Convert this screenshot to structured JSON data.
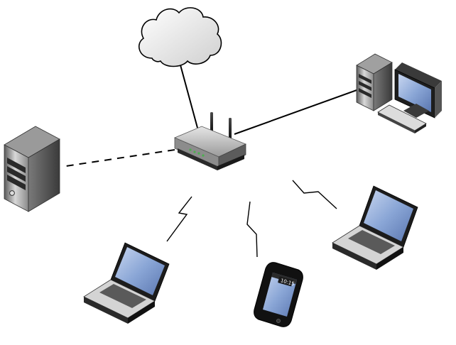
{
  "diagram": {
    "nodes": [
      {
        "id": "cloud",
        "kind": "internet-cloud",
        "icon": "cloud-icon"
      },
      {
        "id": "router",
        "kind": "wireless-router",
        "icon": "router-icon"
      },
      {
        "id": "server",
        "kind": "tower-server",
        "icon": "server-icon"
      },
      {
        "id": "desktop",
        "kind": "desktop-computer",
        "icon": "desktop-computer-icon"
      },
      {
        "id": "laptop-left",
        "kind": "laptop",
        "icon": "laptop-icon"
      },
      {
        "id": "laptop-right",
        "kind": "laptop",
        "icon": "laptop-icon"
      },
      {
        "id": "smartphone",
        "kind": "smartphone",
        "icon": "smartphone-icon"
      }
    ],
    "links": [
      {
        "from": "router",
        "to": "cloud",
        "style": "solid"
      },
      {
        "from": "router",
        "to": "desktop",
        "style": "solid"
      },
      {
        "from": "router",
        "to": "server",
        "style": "dashed"
      },
      {
        "from": "router",
        "to": "laptop-left",
        "style": "wireless"
      },
      {
        "from": "router",
        "to": "smartphone",
        "style": "wireless"
      },
      {
        "from": "router",
        "to": "laptop-right",
        "style": "wireless"
      }
    ],
    "phone_clock": "10:15",
    "colors": {
      "line": "#000000",
      "device_dark": "#2a2a2a",
      "screen_blue": "#8aa6d6"
    }
  }
}
